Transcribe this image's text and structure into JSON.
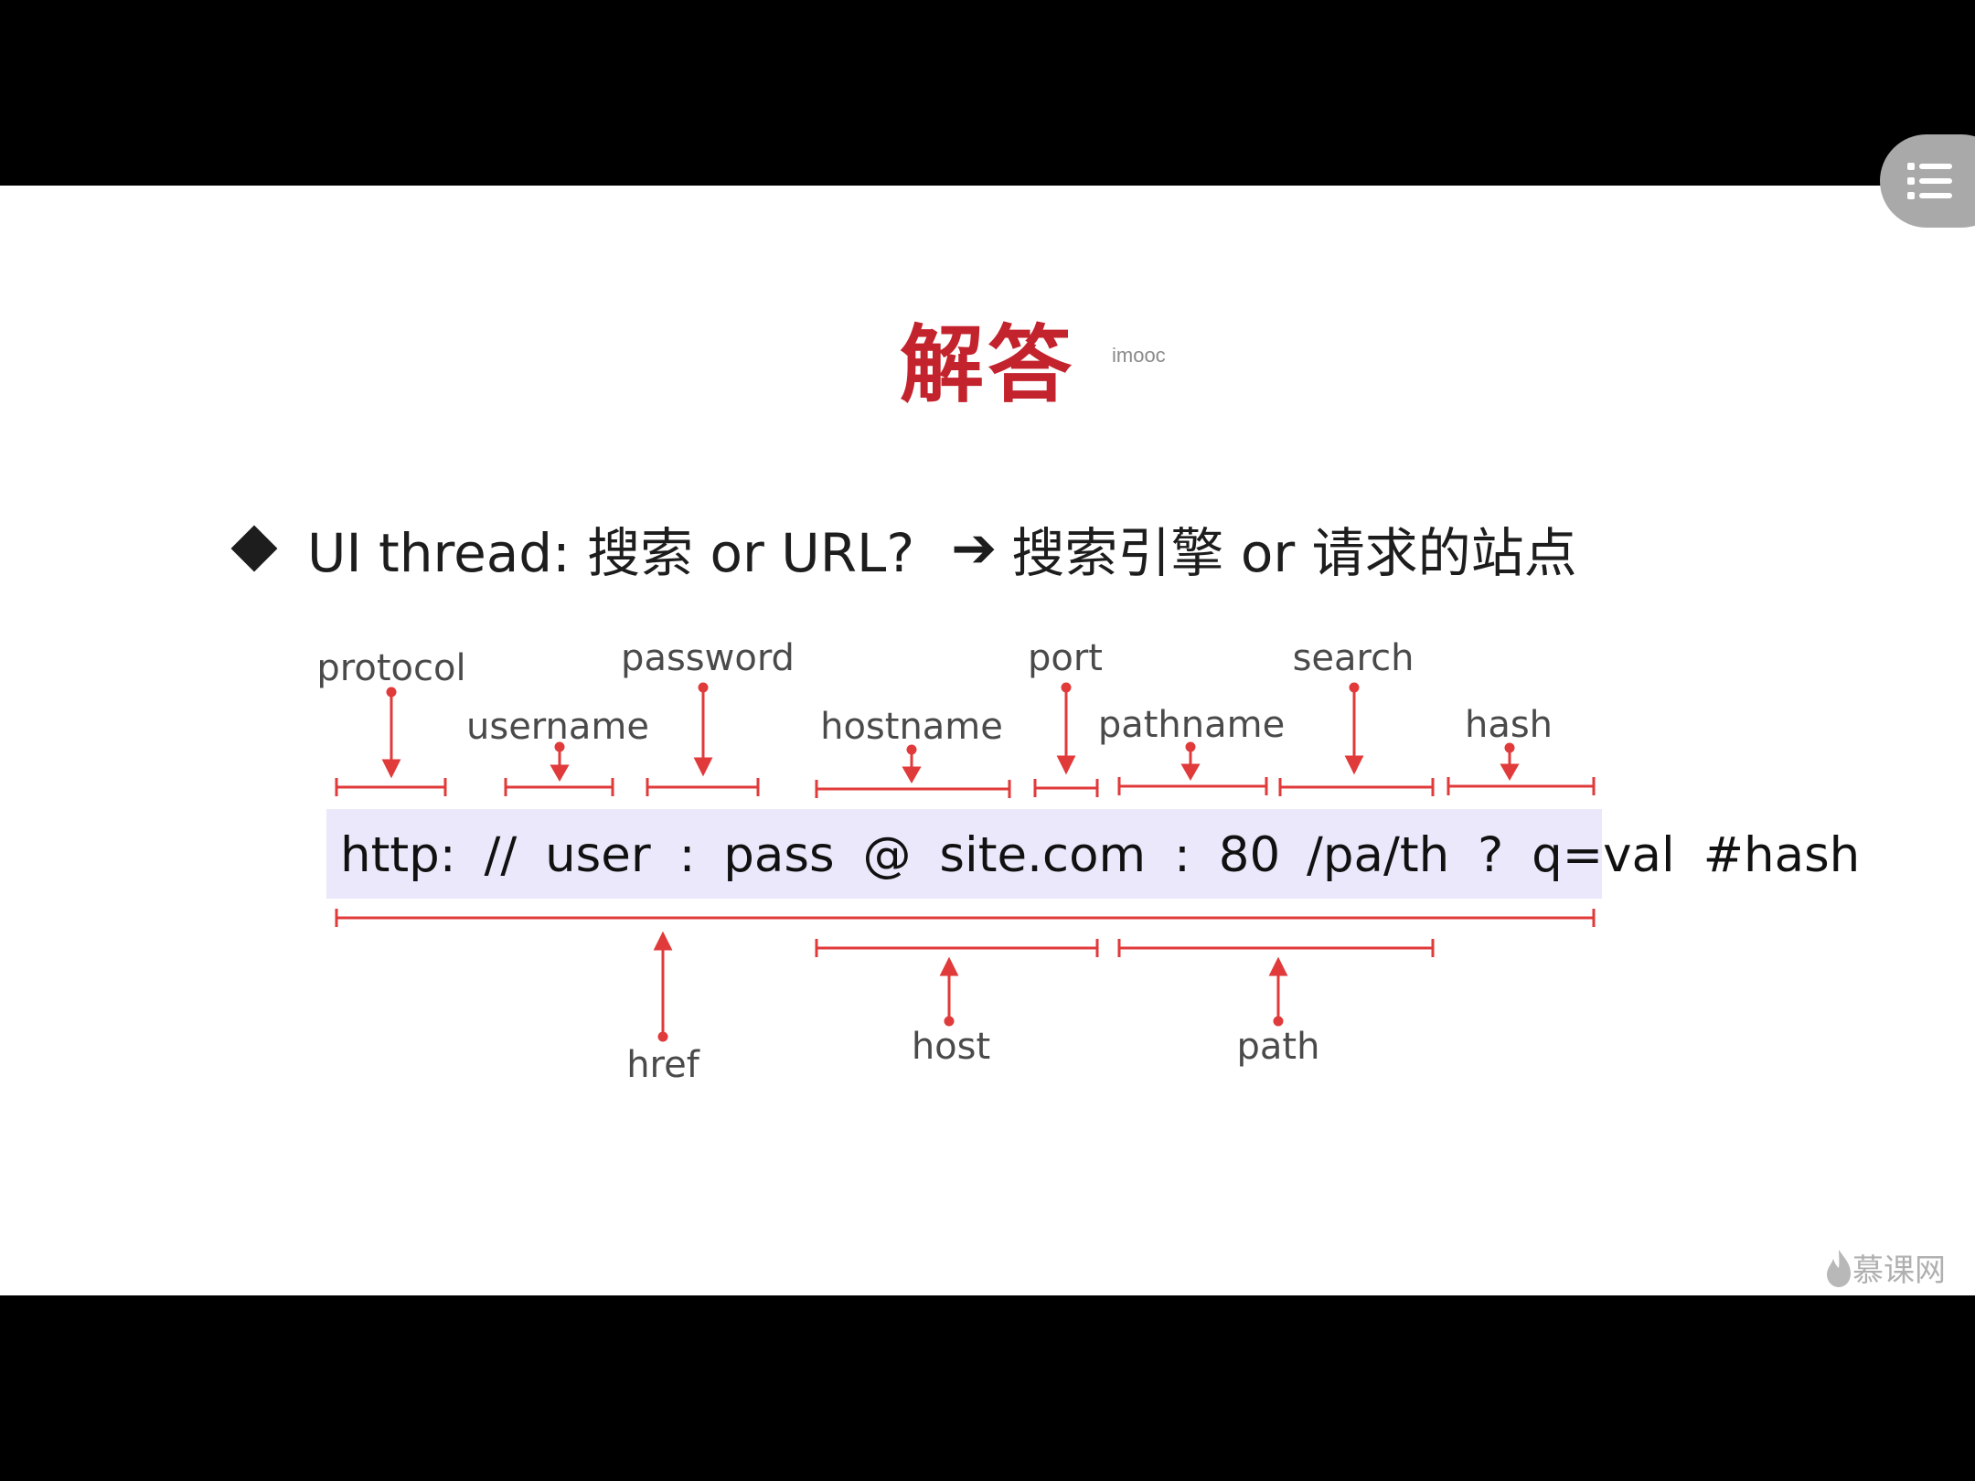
{
  "slide": {
    "title": "解答",
    "watermark": "imooc",
    "bullet": {
      "lead": "UI thread: 搜索 or URL?",
      "result": "搜索引擎 or 请求的站点",
      "arrow_icon": "arrow-right-icon"
    }
  },
  "diagram": {
    "url_parts": [
      "http:",
      "//",
      "user",
      ":",
      "pass",
      "@",
      "site.com",
      ":",
      "80",
      "/pa/th",
      "?",
      "q=val",
      "#hash"
    ],
    "top_labels": {
      "protocol": "protocol",
      "username": "username",
      "password": "password",
      "hostname": "hostname",
      "port": "port",
      "pathname": "pathname",
      "search": "search",
      "hash": "hash"
    },
    "bottom_labels": {
      "href": "href",
      "host": "host",
      "path": "path"
    },
    "colors": {
      "bracket": "#e03a3a",
      "highlight": "#ece8fb"
    }
  },
  "player": {
    "menu_icon": "list-icon",
    "logo_text": "慕课网"
  }
}
